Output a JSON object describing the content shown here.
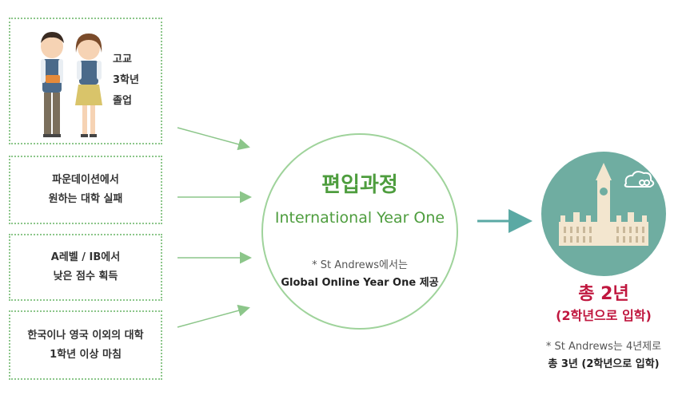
{
  "inputs": [
    {
      "label": "고교\n3학년\n졸업"
    },
    {
      "label": "파운데이션에서\n원하는 대학 실패"
    },
    {
      "label": "A레벨 / IB에서\n낮은 점수 획득"
    },
    {
      "label": "한국이나 영국 이외의 대학\n1학년 이상 마침"
    }
  ],
  "center": {
    "title": "편입과정",
    "subtitle": "International Year One",
    "note_line1": "* St Andrews에서는",
    "note_line2": "Global Online Year One 제공"
  },
  "result": {
    "title": "총 2년",
    "subtitle": "(2학년으로 입학)",
    "note_line1": "* St Andrews는 4년제로",
    "note_line2": "총 3년 (2학년으로 입학)"
  },
  "colors": {
    "box_border": "#8cc68a",
    "center_accent": "#4e9d3e",
    "result_accent": "#c0173f",
    "result_circle": "#6fada1",
    "arrow_green": "#8cc68a",
    "arrow_teal": "#5aa9a4"
  }
}
